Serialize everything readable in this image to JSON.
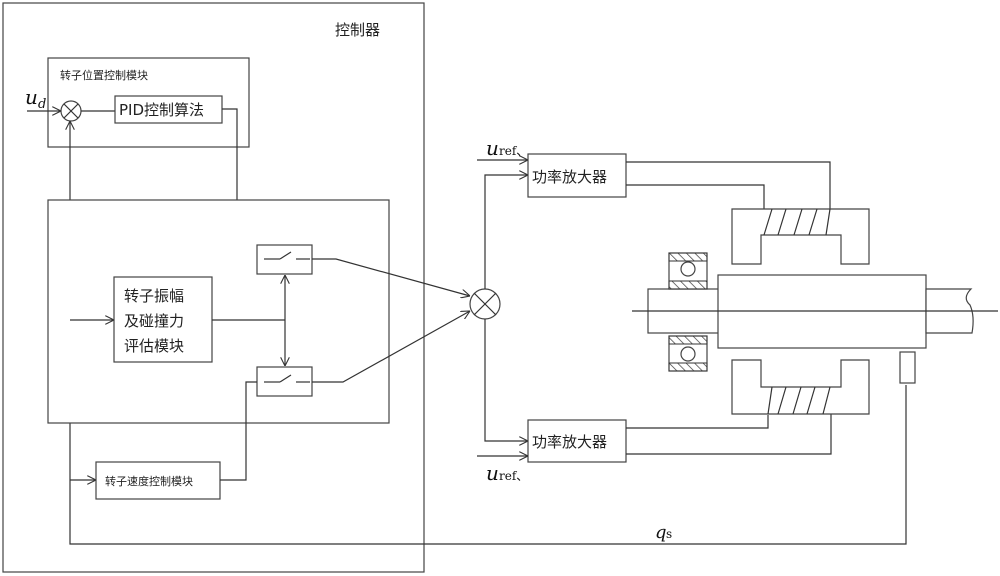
{
  "controller": {
    "title": "控制器"
  },
  "position_module": {
    "title": "转子位置控制模块",
    "pid_label": "PID控制算法",
    "input_symbol": "u",
    "input_subscript": "d"
  },
  "evaluation_module": {
    "lines": [
      "转子振幅",
      "及碰撞力",
      "评估模块"
    ]
  },
  "speed_module": {
    "label": "转子速度控制模块"
  },
  "amplifiers": [
    {
      "label": "功率放大器",
      "ref_symbol": "u",
      "ref_subscript": "ref、"
    },
    {
      "label": "功率放大器",
      "ref_symbol": "u",
      "ref_subscript": "ref、"
    }
  ],
  "feedback": {
    "symbol": "q",
    "subscript": "s"
  }
}
